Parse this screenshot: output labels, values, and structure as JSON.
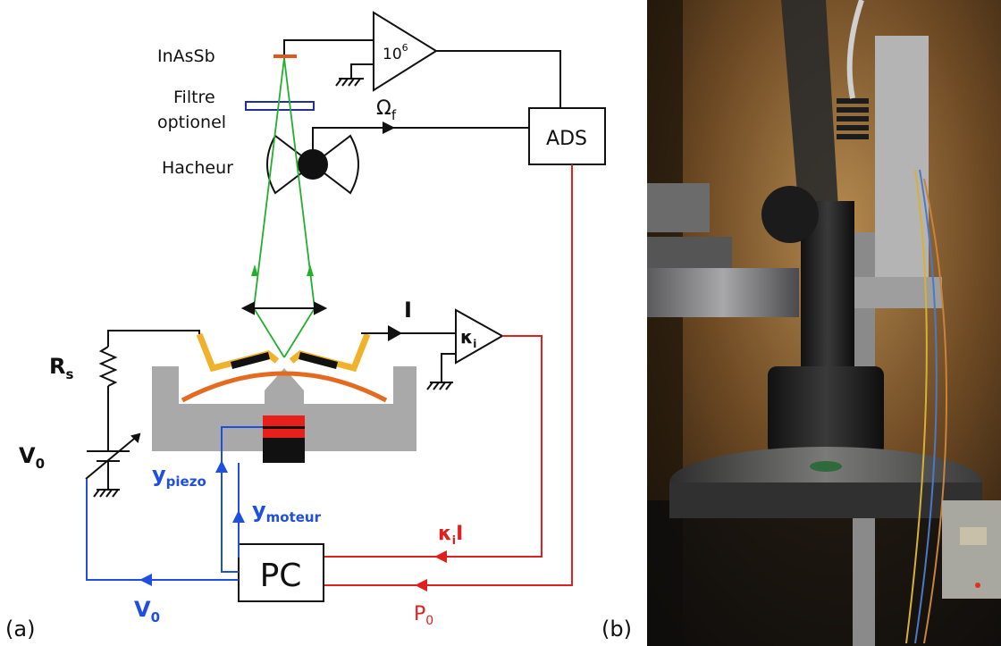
{
  "panels": {
    "a": "(a)",
    "b": "(b)"
  },
  "labels": {
    "detector": "InAsSb",
    "filter_line1": "Filtre",
    "filter_line2": "optionel",
    "chopper": "Hacheur",
    "amp_gain_base": "10",
    "amp_gain_exp": "6",
    "omega_base": "Ω",
    "omega_sub": "f",
    "ads": "ADS",
    "current": "I",
    "kappa_base": "κ",
    "kappa_sub": "i",
    "ki_current_base": "κ",
    "ki_current_sub": "i",
    "ki_current_tail": "I",
    "rs_base": "R",
    "rs_sub": "s",
    "v0_base": "V",
    "v0_sub": "0",
    "y_piezo_base": "y",
    "y_piezo_sub": "piezo",
    "y_moteur_base": "y",
    "y_moteur_sub": "moteur",
    "pc": "PC",
    "p0_base": "P",
    "p0_sub": "0",
    "v0_bottom_base": "V",
    "v0_bottom_sub": "0"
  },
  "colors": {
    "black_wiring": "#111111",
    "blue_wiring": "#1f4fe0",
    "red_wiring": "#e0201f",
    "optical_beam": "#22b02c",
    "detector": "#e2581a",
    "filter": "#1f2f9f",
    "stage_gray": "#a9a9a9",
    "sample_arc": "#e46a1f",
    "electrode_yellow": "#f0b22a",
    "piezo_red": "#e8201b"
  }
}
